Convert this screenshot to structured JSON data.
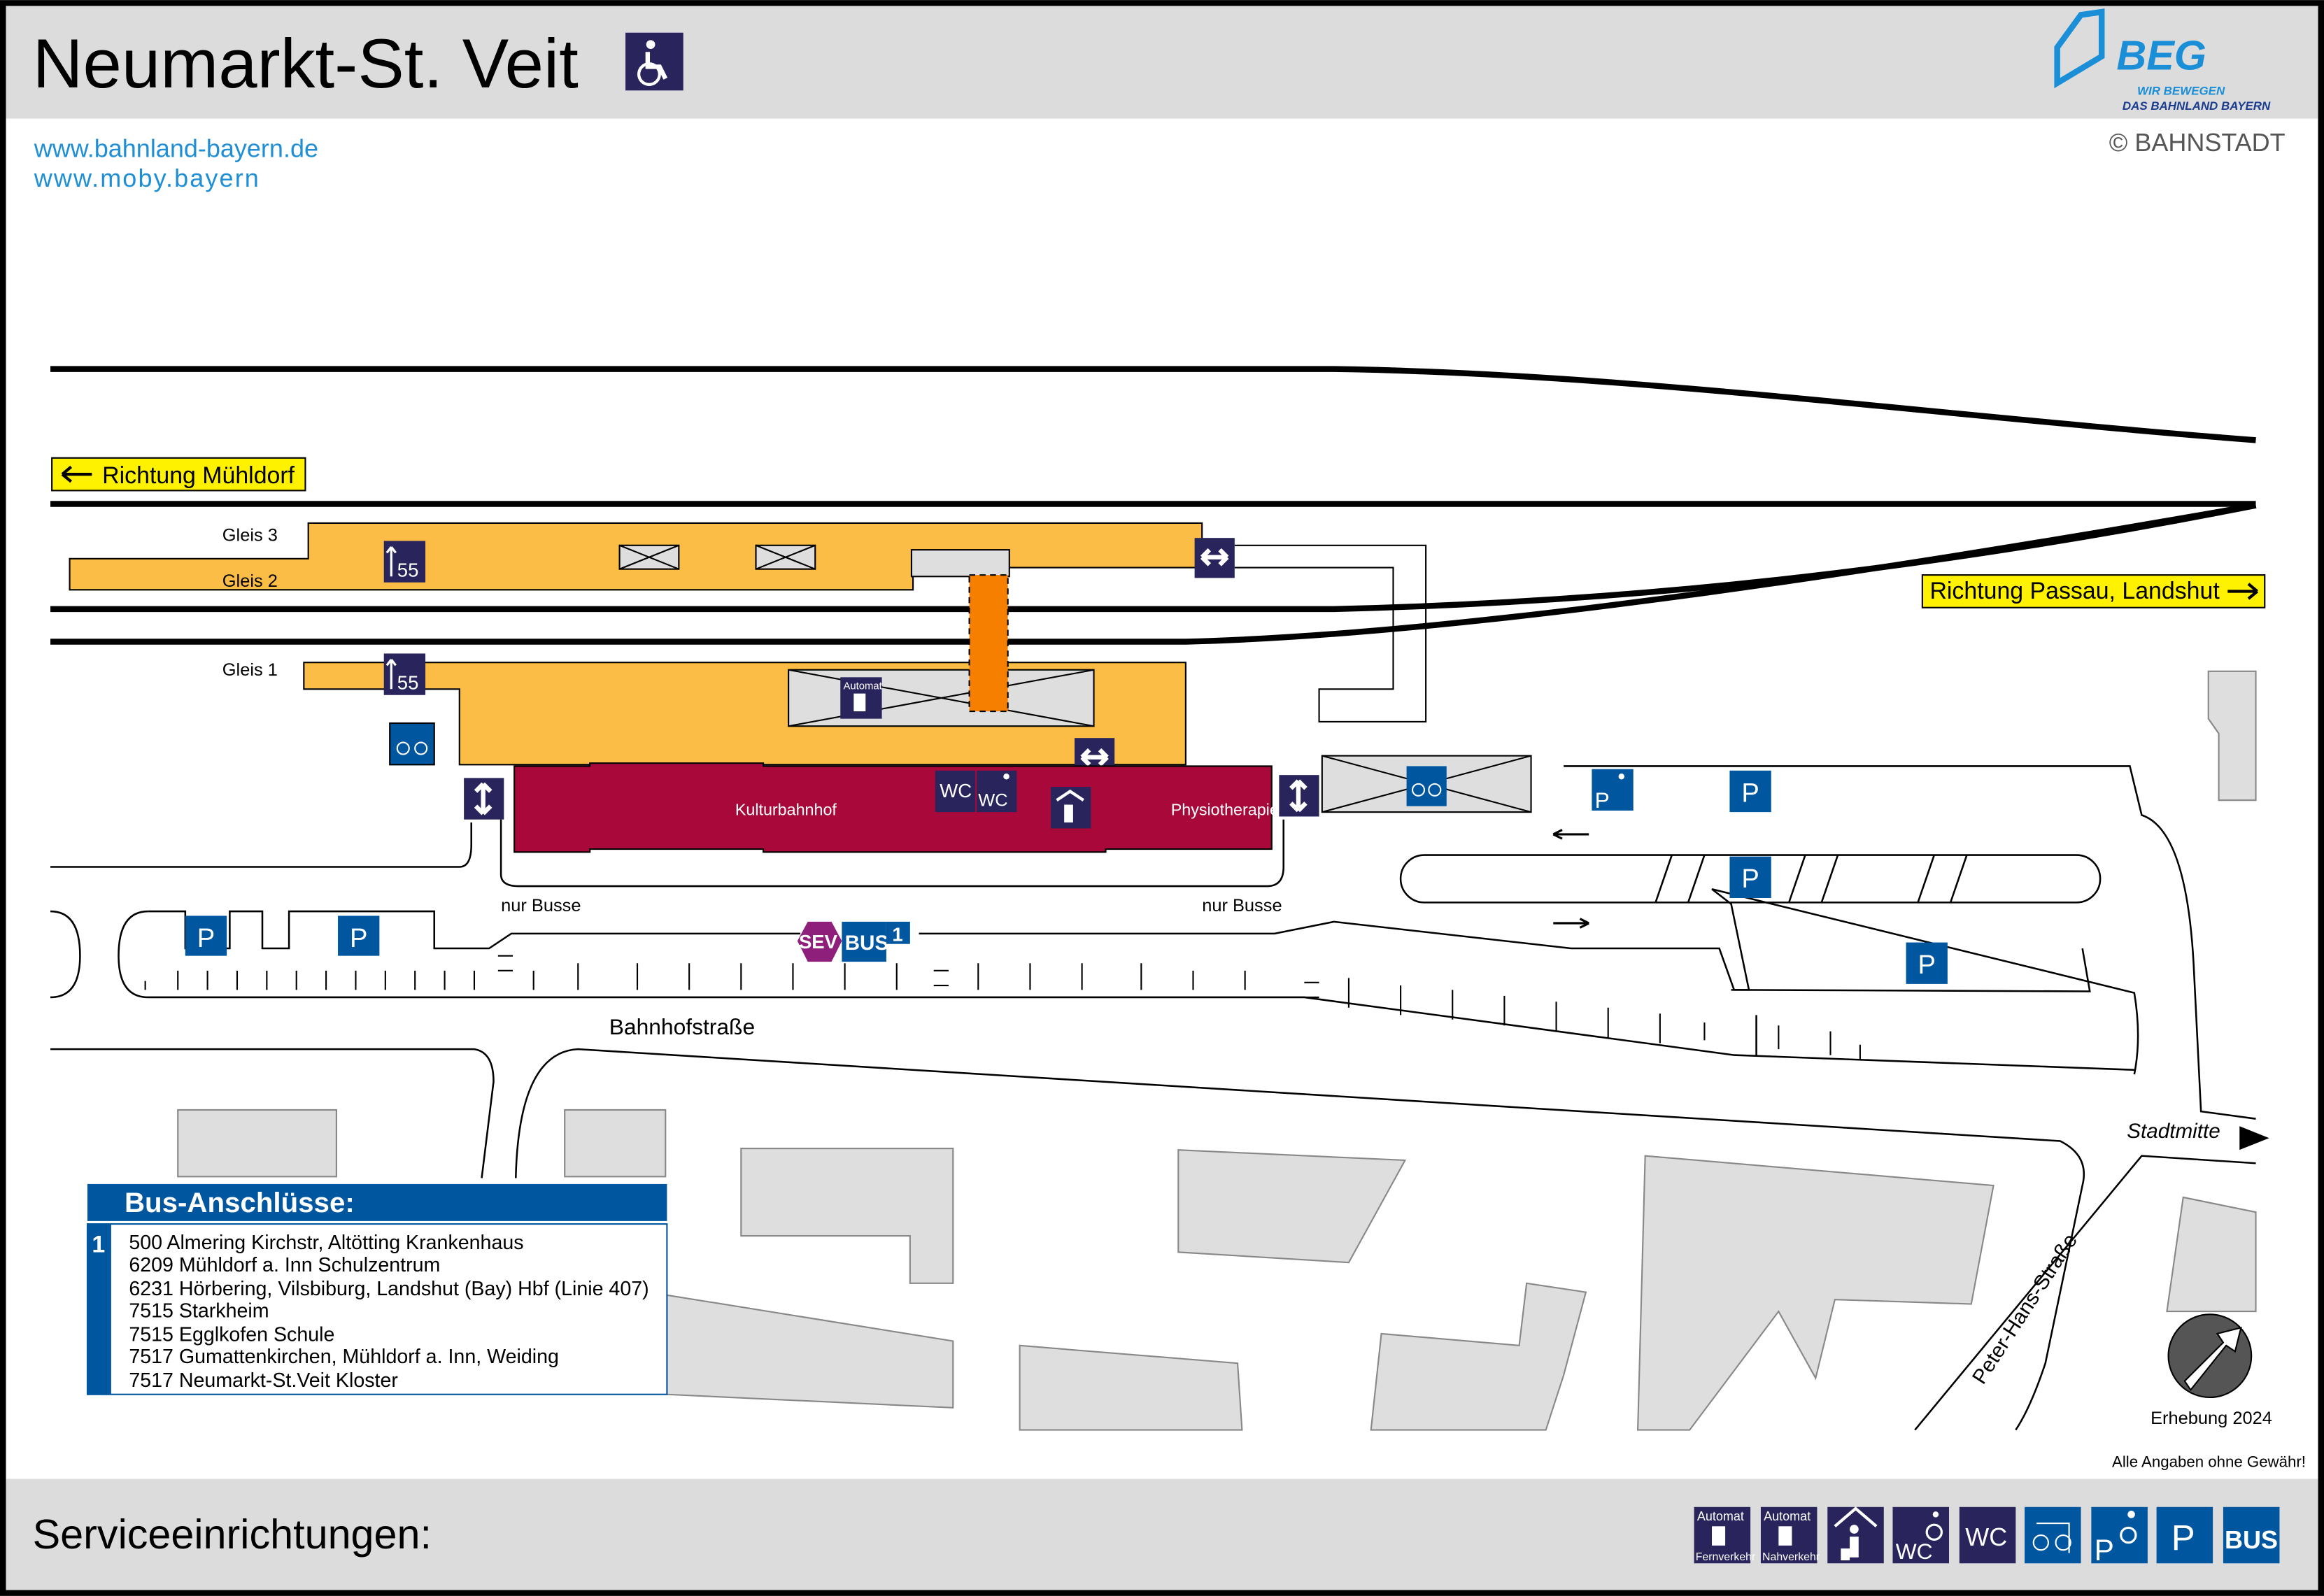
{
  "header": {
    "title": "Neumarkt-St. Veit",
    "logo_text": "BEG",
    "logo_tagline_1": "WIR BEWEGEN",
    "logo_tagline_2": "DAS BAHNLAND BAYERN",
    "copyright": "© BAHNSTADT",
    "links": [
      "www.bahnland-bayern.de",
      "www.moby.bayern"
    ]
  },
  "directions": {
    "west": "Richtung Mühldorf",
    "east": "Richtung Passau, Landshut",
    "stadtmitte": "Stadtmitte"
  },
  "platforms": {
    "gleis3": "Gleis 3",
    "gleis2": "Gleis 2",
    "gleis1": "Gleis 1",
    "height_a": "55",
    "height_b": "55"
  },
  "buildings": {
    "kulturbahnhof": "Kulturbahnhof",
    "physiotherapie": "Physiotherapie",
    "automat": "Automat"
  },
  "streets": {
    "bahnhofstrasse": "Bahnhofstraße",
    "peter_hans": "Peter-Hans-Straße",
    "nur_busse_1": "nur Busse",
    "nur_busse_2": "nur Busse"
  },
  "stop": {
    "sev": "SEV",
    "bus": "BUS",
    "line": "1"
  },
  "parking": {
    "p": "P",
    "wc": "WC"
  },
  "bus_box": {
    "title": "Bus-Anschlüsse:",
    "line": "1",
    "routes": [
      "500 Almering Kirchstr, Altötting Krankenhaus",
      "6209 Mühldorf a. Inn Schulzentrum",
      "6231 Hörbering, Vilsbiburg, Landshut (Bay) Hbf (Linie 407)",
      "7515 Starkheim",
      "7515 Egglkofen Schule",
      "7517 Gumattenkirchen, Mühldorf a. Inn, Weiding",
      "7517 Neumarkt-St.Veit Kloster"
    ]
  },
  "footer": {
    "survey": "Erhebung 2024",
    "disclaimer": "Alle Angaben ohne Gewähr!",
    "services_title": "Serviceeinrichtungen:",
    "legend": {
      "automat": "Automat",
      "fernverkehr": "Fernverkehr",
      "nahverkehr": "Nahverkehr",
      "wc": "WC",
      "p": "P",
      "bus": "BUS"
    }
  },
  "colors": {
    "navy": "#29245c",
    "blue": "#00579f",
    "platform": "#fbbd45",
    "building": "#a8083a",
    "bridge": "#f77f00",
    "link": "#1e8fd6",
    "sev": "#8e1f7a"
  }
}
